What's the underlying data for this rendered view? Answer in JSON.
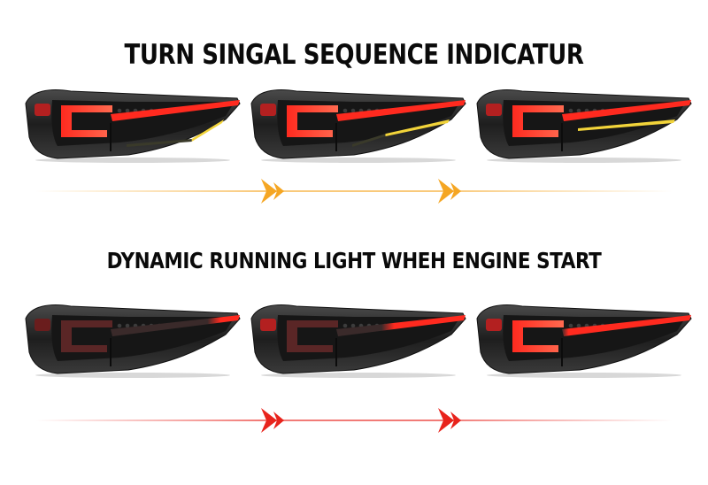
{
  "headings": {
    "turn_signal": "TURN SINGAL SEQUENCE INDICATUR",
    "running_light": "DYNAMIC RUNNING LIGHT WHEH ENGINE START"
  },
  "colors": {
    "turn_arrow": "#f5a623",
    "running_arrow": "#e8231c",
    "lamp_body": "#2b2b2b",
    "red_led": "#ff2a1f",
    "amber_led": "#f2d43a"
  },
  "rows": [
    {
      "name": "turn-signal",
      "stages": [
        0.33,
        0.66,
        1.0
      ]
    },
    {
      "name": "running-light",
      "stages": [
        0.2,
        0.6,
        1.0
      ]
    }
  ]
}
